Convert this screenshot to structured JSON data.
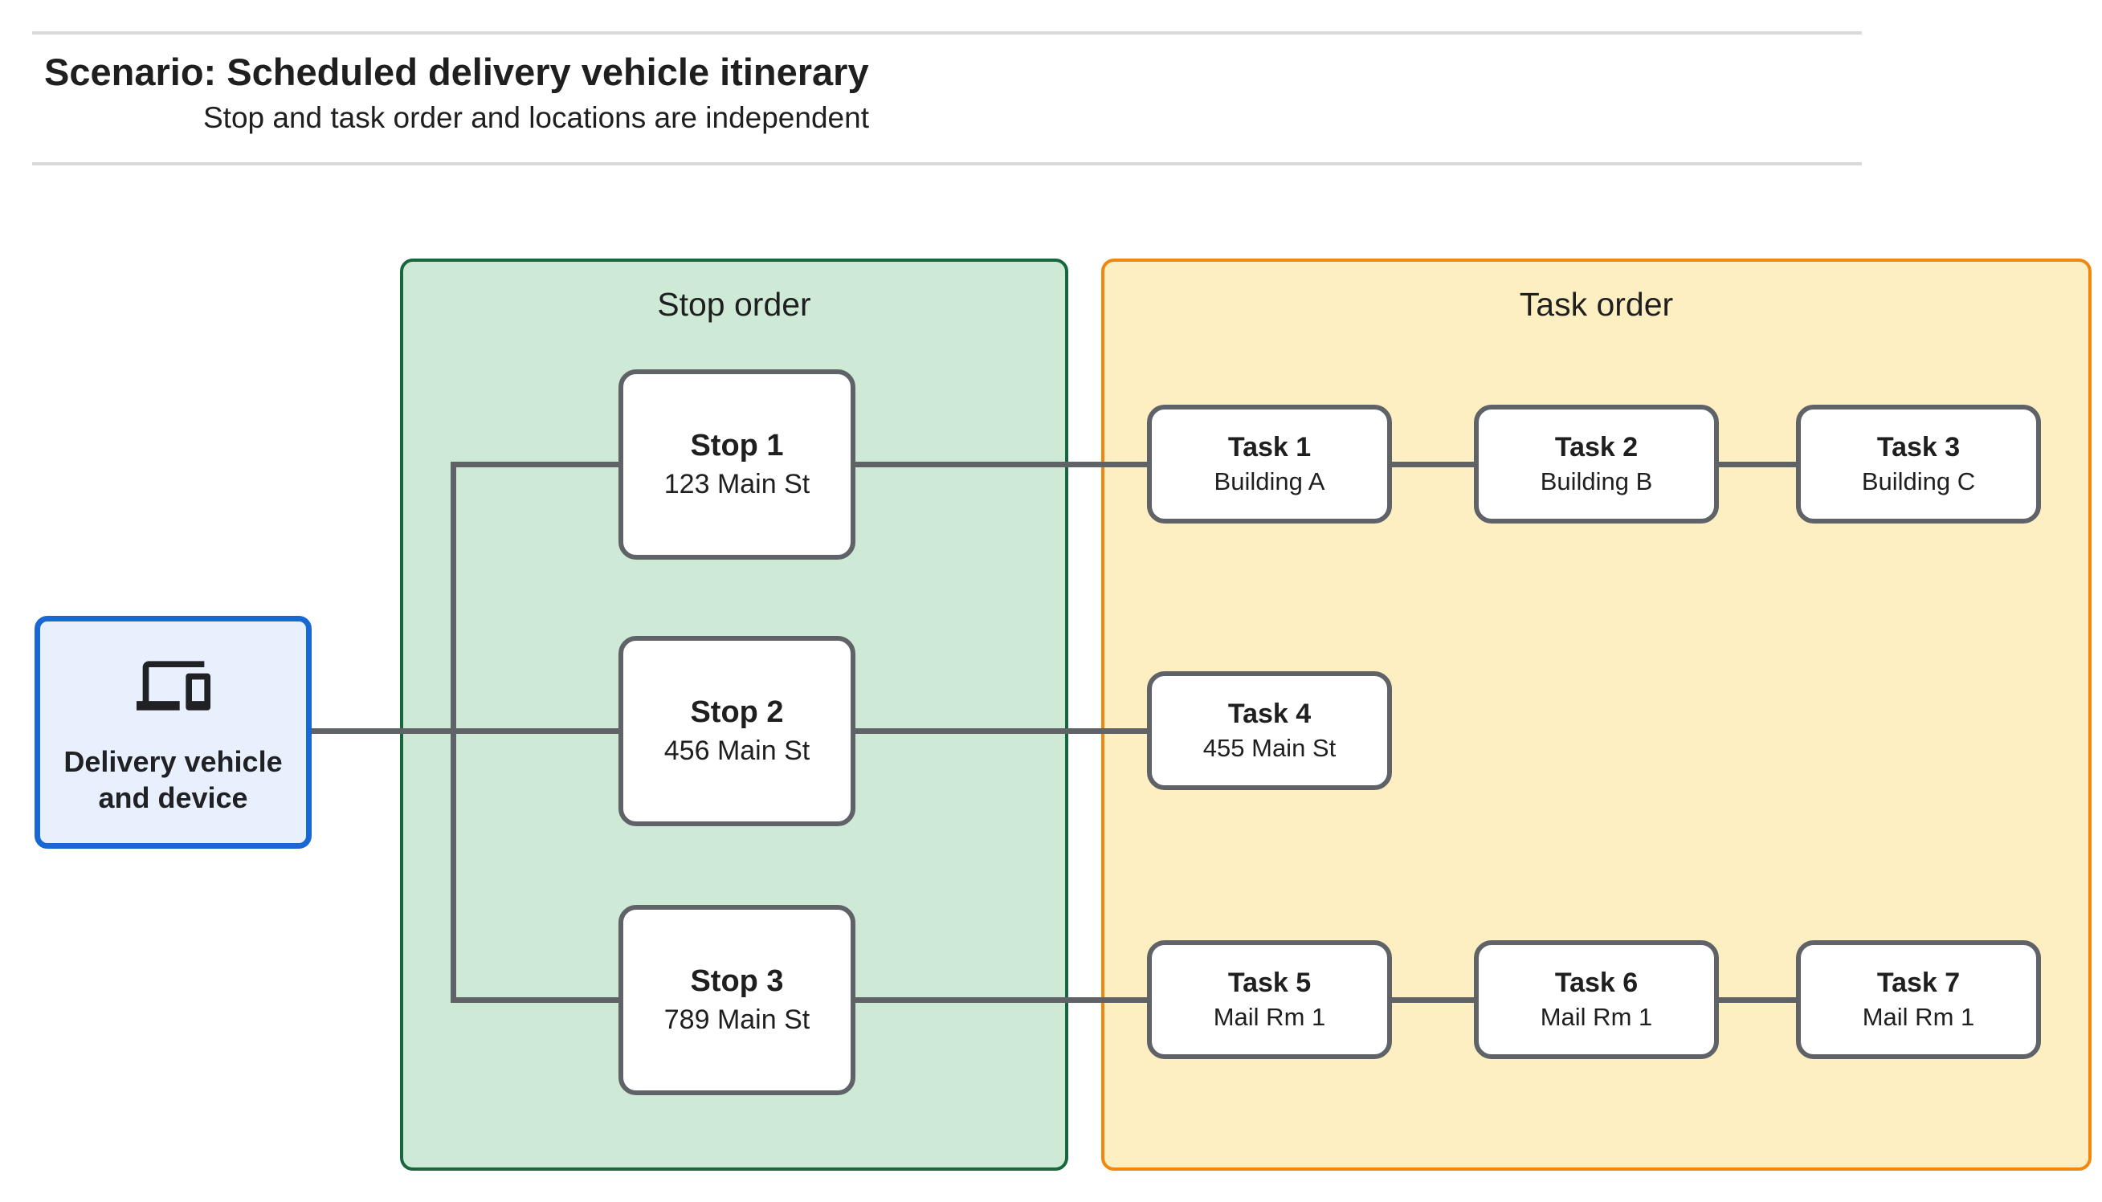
{
  "header": {
    "title": "Scenario: Scheduled delivery vehicle itinerary",
    "subtitle": "Stop and task order and locations are independent"
  },
  "device_node": {
    "icon": "devices-icon",
    "label_line1": "Delivery vehicle",
    "label_line2": "and device"
  },
  "panels": {
    "stop_order": {
      "label": "Stop order"
    },
    "task_order": {
      "label": "Task order"
    }
  },
  "stops": [
    {
      "title": "Stop 1",
      "location": "123 Main St"
    },
    {
      "title": "Stop 2",
      "location": "456 Main St"
    },
    {
      "title": "Stop 3",
      "location": "789 Main St"
    }
  ],
  "tasks": [
    {
      "title": "Task 1",
      "location": "Building A"
    },
    {
      "title": "Task 2",
      "location": "Building B"
    },
    {
      "title": "Task 3",
      "location": "Building C"
    },
    {
      "title": "Task 4",
      "location": "455 Main St"
    },
    {
      "title": "Task 5",
      "location": "Mail Rm 1"
    },
    {
      "title": "Task 6",
      "location": "Mail Rm 1"
    },
    {
      "title": "Task 7",
      "location": "Mail Rm 1"
    }
  ],
  "colors": {
    "page_bg": "#ffffff",
    "rule_gray": "#d9d9d9",
    "text_dark": "#1f1f1f",
    "connector_gray": "#5f6368",
    "node_border_gray": "#5f6368",
    "node_fill": "#ffffff",
    "stop_panel_fill": "#ceead6",
    "stop_panel_border": "#17663c",
    "task_panel_fill": "#feefc3",
    "task_panel_border": "#f0870f",
    "device_fill": "#e8f0fe",
    "device_border": "#1967d2",
    "icon_color": "#202124"
  }
}
